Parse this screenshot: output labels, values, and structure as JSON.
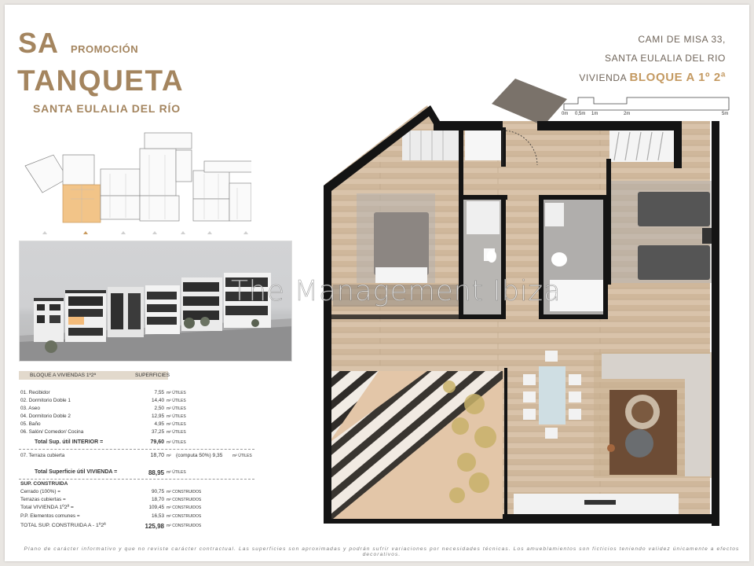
{
  "brand": {
    "sa": "SA",
    "promocion": "PROMOCIÓN",
    "tanqueta": "TANQUETA",
    "town": "SANTA EULALIA DEL RÍO"
  },
  "address": {
    "line1": "CAMI DE MISA 33,",
    "line2": "SANTA EULALIA DEL RIO",
    "line3_prefix": "VIVIENDA",
    "line3_highlight": "BLOQUE A 1º 2ª"
  },
  "scale_bar": {
    "labels": [
      "0m",
      "0,5m",
      "1m",
      "2m",
      "5m"
    ]
  },
  "watermark": "The Management Ibiza",
  "table": {
    "header": "BLOQUE A VIVIENDAS 1º2ª",
    "header_col": "SUPERFICIES",
    "rooms": [
      {
        "label": "01.  Recibidor",
        "value": "7,55",
        "unit": "m² ÚTILES"
      },
      {
        "label": "02.  Dormitorio Doble 1",
        "value": "14,40",
        "unit": "m² ÚTILES"
      },
      {
        "label": "03.  Aseo",
        "value": "2,50",
        "unit": "m² ÚTILES"
      },
      {
        "label": "04.  Dormitorio Doble 2",
        "value": "12,95",
        "unit": "m² ÚTILES"
      },
      {
        "label": "05.  Baño",
        "value": "4,95",
        "unit": "m² ÚTILES"
      },
      {
        "label": "06.  Salón/ Comedor/ Cocina",
        "value": "37,25",
        "unit": "m² ÚTILES"
      }
    ],
    "total_interior": {
      "label": "Total Sup. útil INTERIOR =",
      "value": "79,60",
      "unit": "m² ÚTILES"
    },
    "terraza": {
      "label": "07.  Terraza cubierta",
      "value": "18,70",
      "unit": "m²",
      "extra": "(computa 50%) 9,35",
      "extra_unit": "m² ÚTILES"
    },
    "total_vivienda": {
      "label": "Total   Superficie útil VIVIENDA =",
      "value": "88,95",
      "unit": "m² ÚTILES"
    },
    "construida_title": "SUP. CONSTRUIDA",
    "construida": [
      {
        "label": "Cerrado (100%) =",
        "value": "90,75",
        "unit": "m² CONSTRUIDOS"
      },
      {
        "label": "Terrazas cubiertas  =",
        "value": "18,70",
        "unit": "m² CONSTRUIDOS"
      },
      {
        "label": "Total VIVIENDA 1º2ª =",
        "value": "109,45",
        "unit": "m² CONSTRUIDOS"
      },
      {
        "label": "P.P. Elementos comunes  =",
        "value": "16,53",
        "unit": "m² CONSTRUIDOS"
      }
    ],
    "total_construida": {
      "label": "TOTAL SUP. CONSTRUIDA A - 1º2ª",
      "value": "125,98",
      "unit": "m² CONSTRUIDOS"
    }
  },
  "footer": "Plano de carácter informativo y que no reviste carácter contractual. Las superficies son aproximadas y podrán sufrir variaciones por necesidades técnicas. Los amueblamientos son ficticios teniendo validez únicamente a efectos decorativos.",
  "colors": {
    "brand": "#a4855f",
    "highlight": "#c49a62",
    "unit_marker": "#f2c488",
    "wall": "#141414",
    "wood": "#d6bfa5"
  }
}
